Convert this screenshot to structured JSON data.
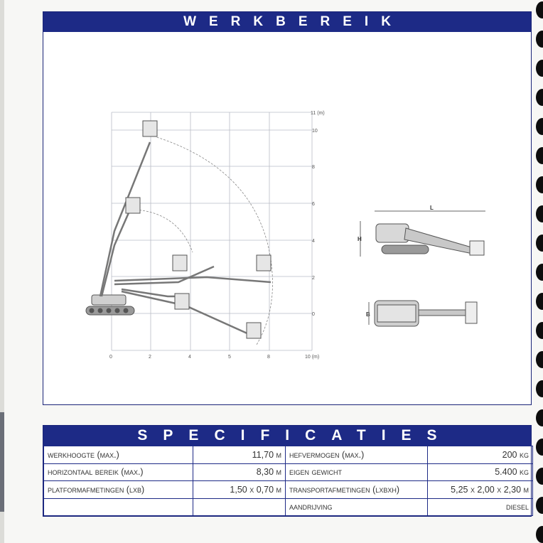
{
  "werkbereik": {
    "title": "WERKBEREIK",
    "y_ticks": [
      "0",
      "2",
      "4",
      "6",
      "8",
      "10",
      "11 (m)"
    ],
    "x_ticks": [
      "0",
      "2",
      "4",
      "5",
      "8",
      "10 (m)"
    ],
    "dimension_labels": {
      "length": "L",
      "height": "H",
      "width": "B"
    }
  },
  "specs": {
    "title": "SPECIFICATIES",
    "rows": [
      {
        "l1": "WERKHOOGTE (MAX.)",
        "v1": "11,70 M",
        "l2": "HEFVERMOGEN (MAX.)",
        "v2": "200 KG"
      },
      {
        "l1": "HORIZONTAAL BEREIK (MAX.)",
        "v1": "8,30 M",
        "l2": "EIGEN GEWICHT",
        "v2": "5.400 KG"
      },
      {
        "l1": "PLATFORMAFMETINGEN (LxB)",
        "v1": "1,50 x 0,70 M",
        "l2": "TRANSPORTAFMETINGEN (LxBxH)",
        "v2": "5,25 x 2,00 x 2,30 M"
      },
      {
        "l1": "",
        "v1": "",
        "l2": "AANDRIJVING",
        "v2": "DIESEL"
      }
    ]
  }
}
